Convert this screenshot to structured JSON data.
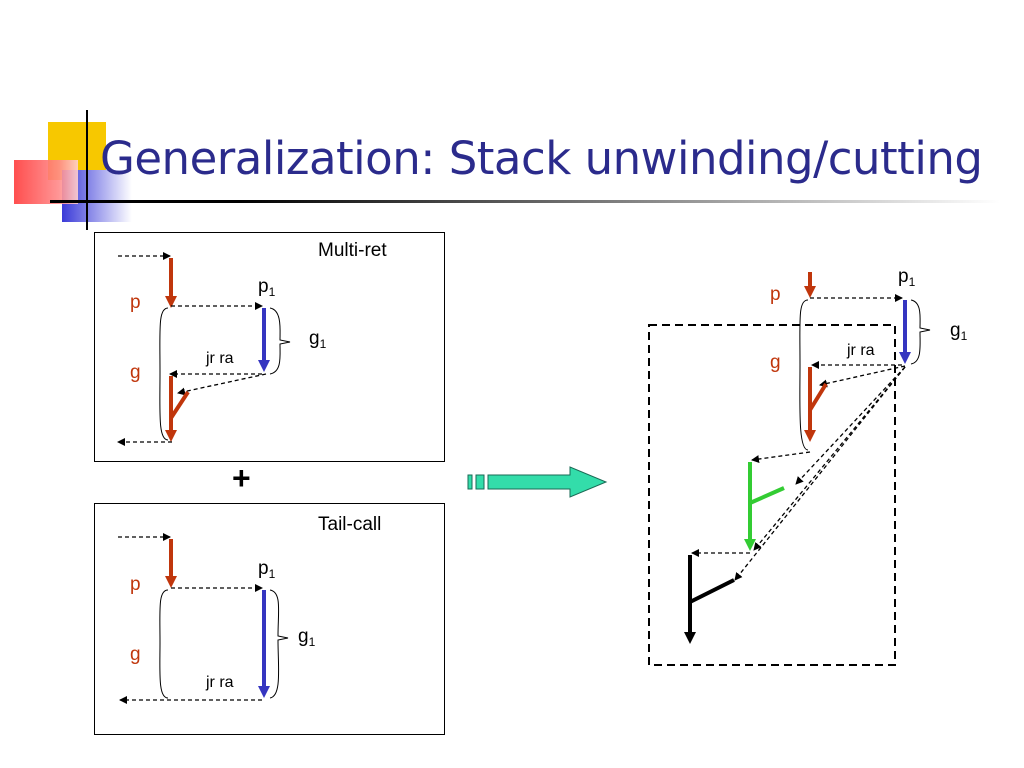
{
  "slide": {
    "title": "Generalization: Stack unwinding/cutting"
  },
  "multi_ret": {
    "caption": "Multi-ret",
    "p_label": "p",
    "g_label": "g",
    "p1_label": "p",
    "p1_sub": "1",
    "g1_label": "g",
    "g1_sub": "1",
    "jr_label": "jr ra"
  },
  "tail_call": {
    "caption": "Tail-call",
    "p_label": "p",
    "g_label": "g",
    "p1_label": "p",
    "p1_sub": "1",
    "g1_label": "g",
    "g1_sub": "1",
    "jr_label": "jr ra"
  },
  "result": {
    "p_label": "p",
    "g_label": "g",
    "p1_label": "p",
    "p1_sub": "1",
    "g1_label": "g",
    "g1_sub": "1",
    "jr_label": "jr ra"
  },
  "operator": "+",
  "colors": {
    "title": "#2b2b8c",
    "red": "#c0360c",
    "blue": "#3535c0",
    "green": "#33cc33",
    "arrow_fill": "#33ddaa"
  }
}
